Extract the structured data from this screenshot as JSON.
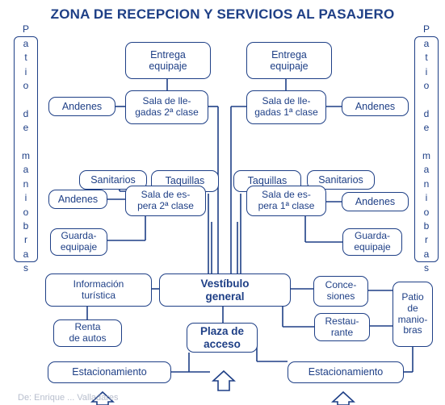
{
  "title": "ZONA DE RECEPCION Y SERVICIOS AL PASAJERO",
  "side_labels": {
    "left": "P\na\nt\ni\no\n\nd\ne\n\nm\na\nn\ni\no\nb\nr\na\ns",
    "right": "P\na\nt\ni\no\n\nd\ne\n\nm\na\nn\ni\no\nb\nr\na\ns"
  },
  "nodes": {
    "entrega_izq": "Entrega\nequipaje",
    "entrega_der": "Entrega\nequipaje",
    "sala_llegadas_2": "Sala de lle-\ngadas 2ª clase",
    "sala_llegadas_1": "Sala de lle-\ngadas 1ª clase",
    "andenes_izq_1": "Andenes",
    "andenes_der_1": "Andenes",
    "sanitarios_izq": "Sanitarios",
    "taquillas_izq": "Taquillas",
    "taquillas_der": "Taquillas",
    "sanitarios_der": "Sanitarios",
    "andenes_izq_2": "Andenes",
    "sala_espera_2": "Sala de es-\npera 2ª clase",
    "sala_espera_1": "Sala de es-\npera 1ª clase",
    "andenes_der_2": "Andenes",
    "guarda_izq": "Guarda-\nequipaje",
    "guarda_der": "Guarda-\nequipaje",
    "informacion": "Información\nturística",
    "vestibulo": "Vestíbulo\ngeneral",
    "concesiones": "Conce-\nsiones",
    "patio_maniobras": "Patio\nde\nmanio-\nbras",
    "renta": "Renta\nde autos",
    "plaza": "Plaza de\nacceso",
    "restaurante": "Restau-\nrante",
    "estacionamiento_izq": "Estacionamiento",
    "estacionamiento_der": "Estacionamiento"
  },
  "caption": "De: Enrique ... Valladares",
  "colors": {
    "ink": "#1e3f86",
    "background": "#ffffff"
  }
}
